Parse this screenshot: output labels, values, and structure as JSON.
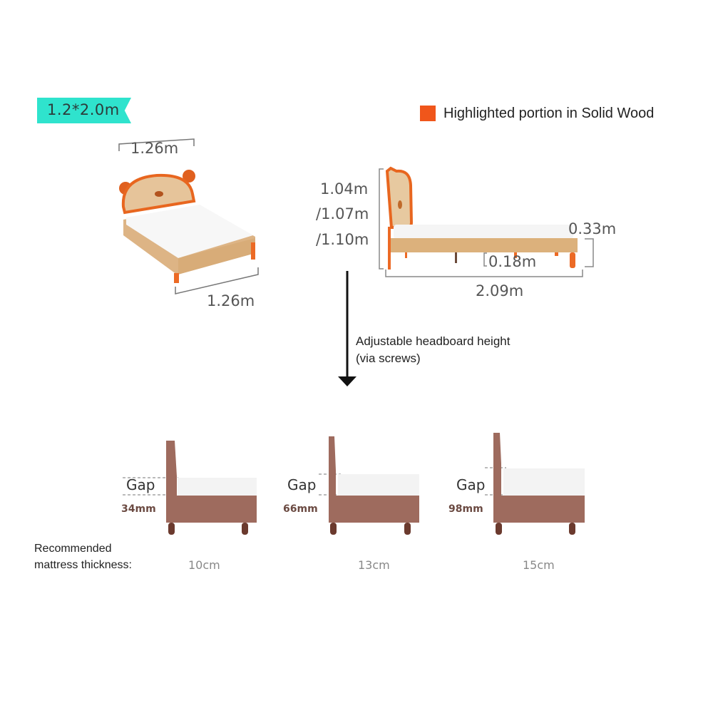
{
  "size_badge": "1.2*2.0m",
  "legend": {
    "label": "Highlighted portion in Solid Wood",
    "color": "#f0561b"
  },
  "front_view": {
    "width_top": "1.26m",
    "width_bottom": "1.26m"
  },
  "side_view": {
    "heights": [
      "1.04m",
      "/1.07m",
      "/1.10m"
    ],
    "frame_height": "0.33m",
    "clearance": "0.18m",
    "length": "2.09m"
  },
  "adjustment_note": {
    "line1": "Adjustable headboard height",
    "line2": "(via screws)"
  },
  "configurations": [
    {
      "gap_label": "Gap",
      "gap": "34mm",
      "mattress": "10cm"
    },
    {
      "gap_label": "Gap",
      "gap": "66mm",
      "mattress": "13cm"
    },
    {
      "gap_label": "Gap",
      "gap": "98mm",
      "mattress": "15cm"
    }
  ],
  "recommended_label": {
    "line1": "Recommended",
    "line2": "mattress thickness:"
  },
  "colors": {
    "teal": "#2fe3cd",
    "orange": "#f0561b",
    "frame": "#9e6b5e",
    "legs": "#6b3a2e"
  }
}
